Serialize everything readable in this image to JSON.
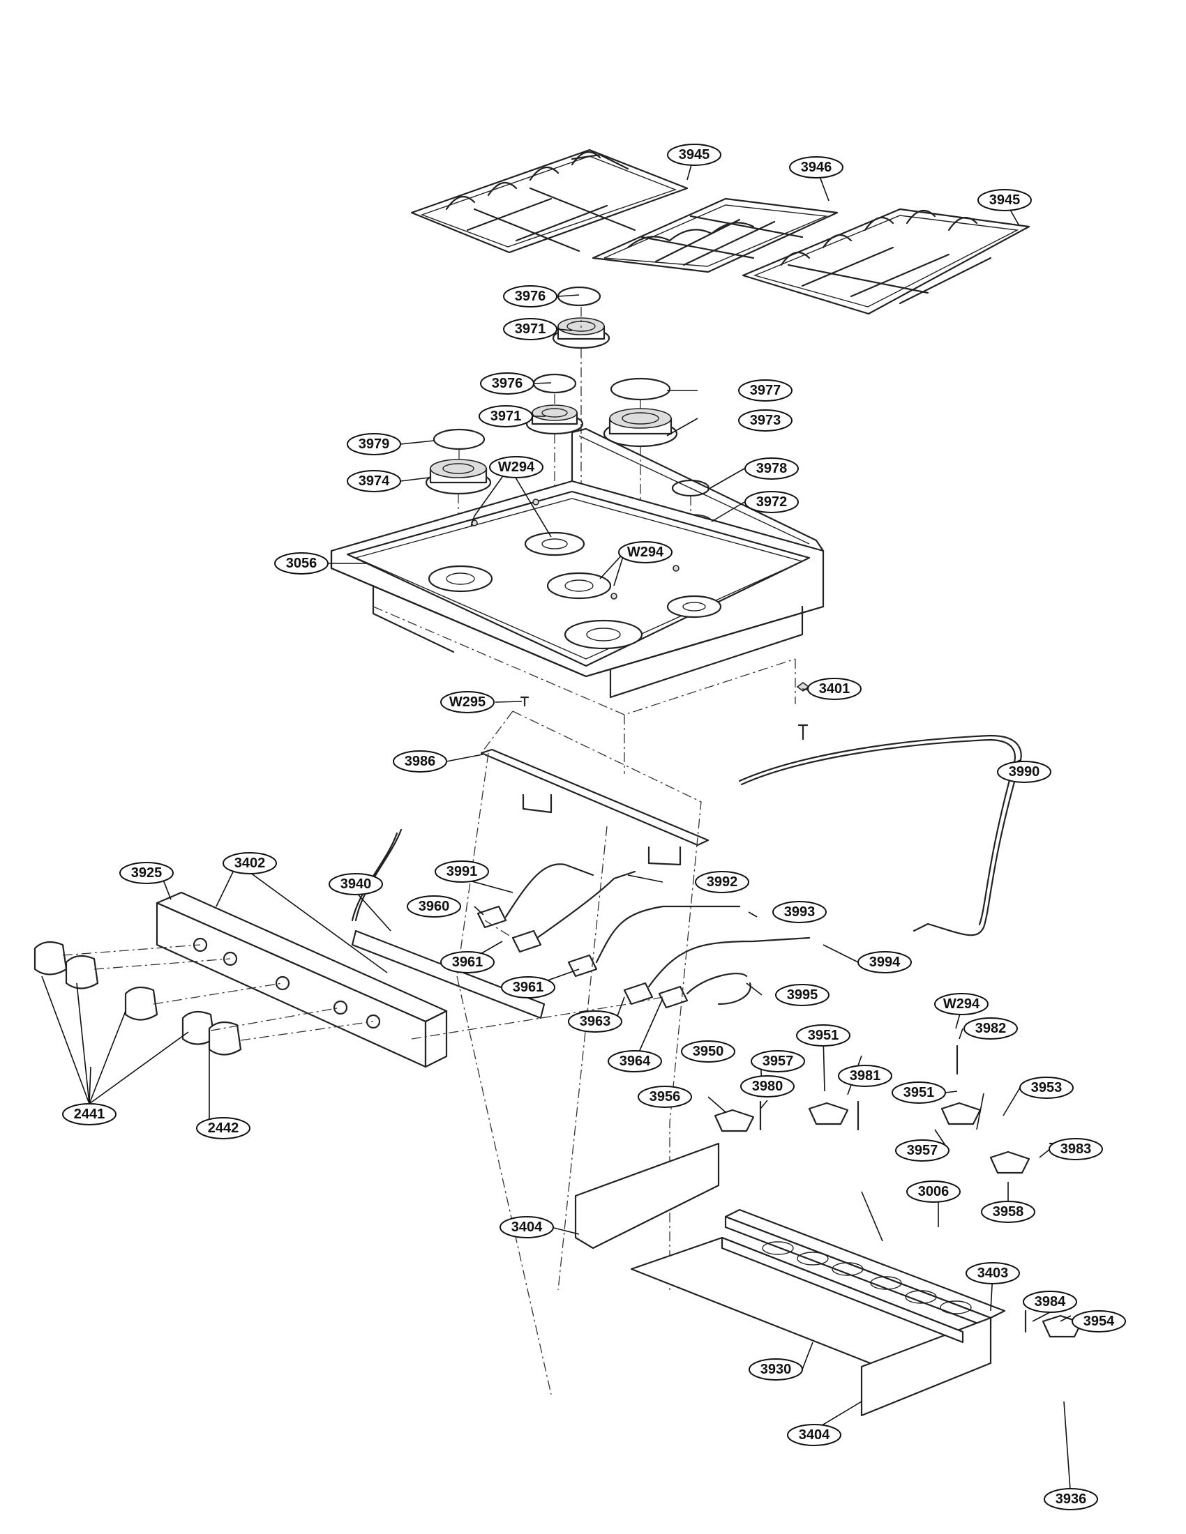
{
  "callouts": [
    {
      "label": "3945"
    },
    {
      "label": "3946"
    },
    {
      "label": "3945"
    },
    {
      "label": "3976"
    },
    {
      "label": "3971"
    },
    {
      "label": "3976"
    },
    {
      "label": "3971"
    },
    {
      "label": "3977"
    },
    {
      "label": "3973"
    },
    {
      "label": "3979"
    },
    {
      "label": "3974"
    },
    {
      "label": "W294"
    },
    {
      "label": "3978"
    },
    {
      "label": "3972"
    },
    {
      "label": "3056"
    },
    {
      "label": "W294"
    },
    {
      "label": "W295"
    },
    {
      "label": "3401"
    },
    {
      "label": "3986"
    },
    {
      "label": "3990"
    },
    {
      "label": "3925"
    },
    {
      "label": "3402"
    },
    {
      "label": "3940"
    },
    {
      "label": "3991"
    },
    {
      "label": "3992"
    },
    {
      "label": "3960"
    },
    {
      "label": "3993"
    },
    {
      "label": "3961"
    },
    {
      "label": "3994"
    },
    {
      "label": "3961"
    },
    {
      "label": "3995"
    },
    {
      "label": "3963"
    },
    {
      "label": "3964"
    },
    {
      "label": "W294"
    },
    {
      "label": "3951"
    },
    {
      "label": "3982"
    },
    {
      "label": "3950"
    },
    {
      "label": "3957"
    },
    {
      "label": "3981"
    },
    {
      "label": "3956"
    },
    {
      "label": "3980"
    },
    {
      "label": "3951"
    },
    {
      "label": "3953"
    },
    {
      "label": "3957"
    },
    {
      "label": "3983"
    },
    {
      "label": "3958"
    },
    {
      "label": "3006"
    },
    {
      "label": "2441"
    },
    {
      "label": "2442"
    },
    {
      "label": "3404"
    },
    {
      "label": "3403"
    },
    {
      "label": "3984"
    },
    {
      "label": "3954"
    },
    {
      "label": "3930"
    },
    {
      "label": "3404"
    },
    {
      "label": "3936"
    }
  ]
}
